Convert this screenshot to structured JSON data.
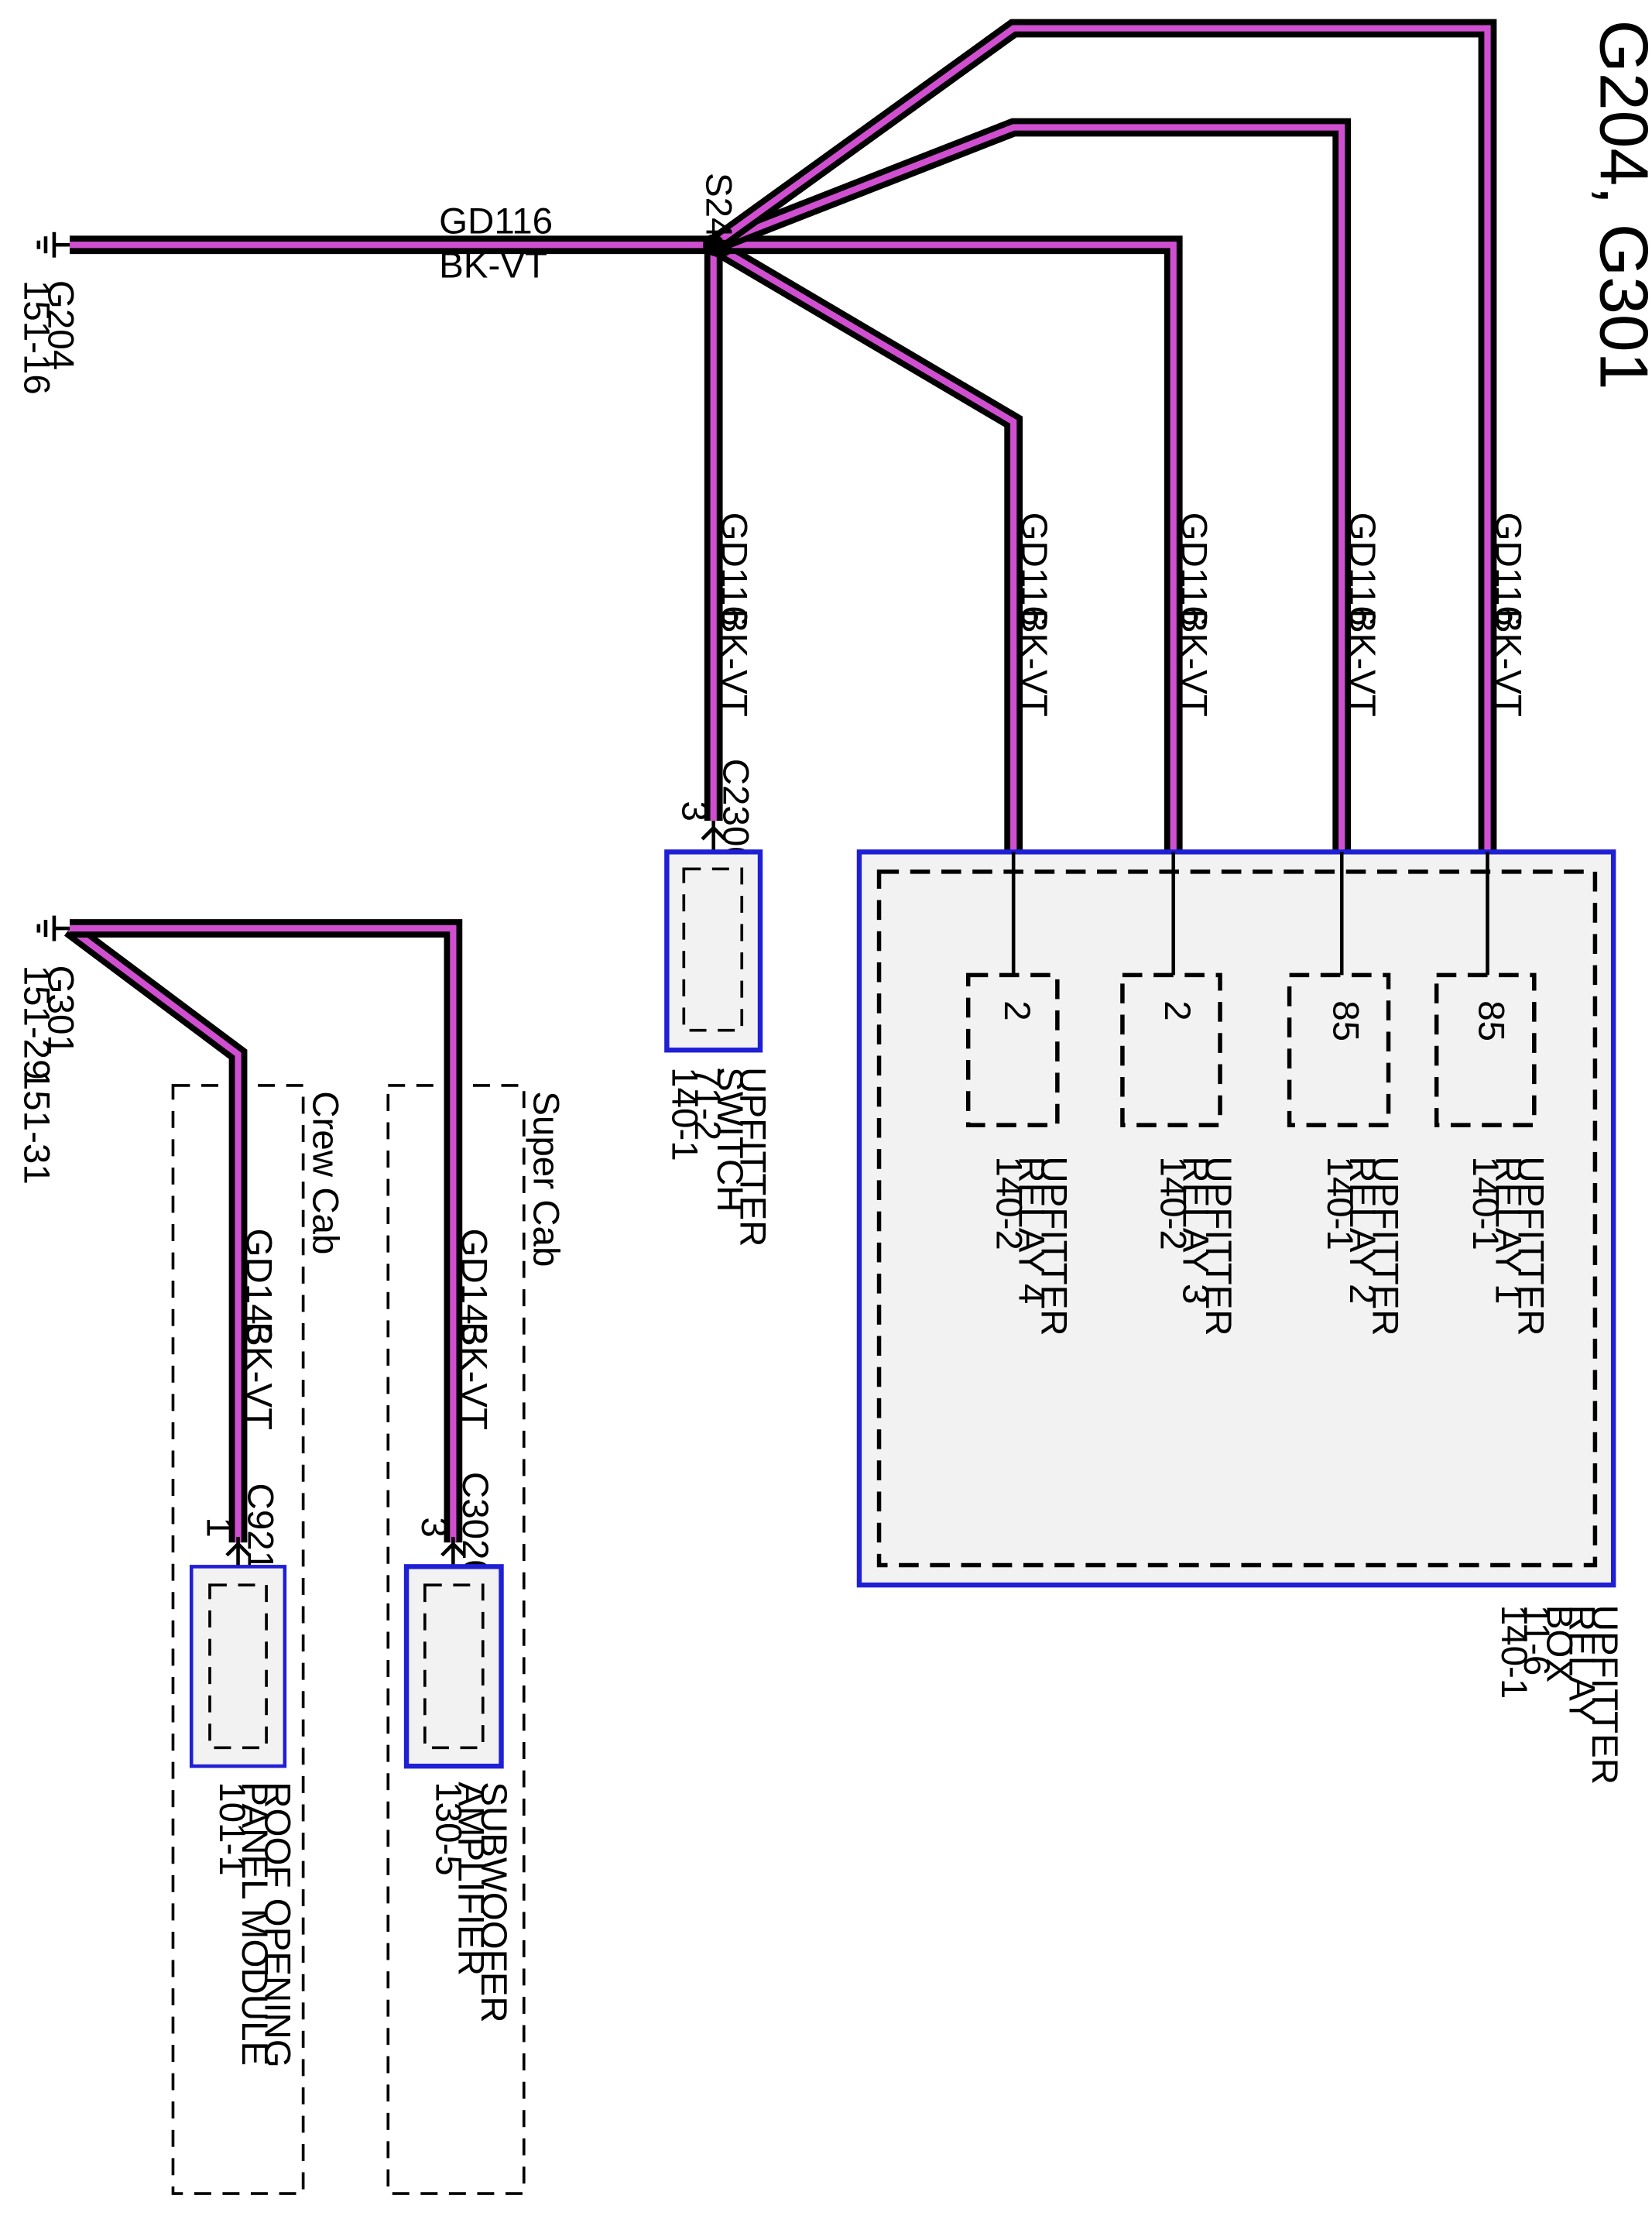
{
  "title": "G204, G301",
  "grounds": {
    "g204": {
      "name": "G204",
      "page": "151-16"
    },
    "g301": {
      "name": "G301",
      "page": "151-29",
      "page_alt": "151-31"
    }
  },
  "splice": {
    "name": "S249"
  },
  "wire_main": {
    "circuit": "GD116",
    "color": "BK-VT"
  },
  "branches": {
    "switch": {
      "circuit": "GD116",
      "color": "BK-VT"
    },
    "relay4": {
      "circuit": "GD116",
      "color": "BK-VT"
    },
    "relay3": {
      "circuit": "GD116",
      "color": "BK-VT"
    },
    "relay2": {
      "circuit": "GD116",
      "color": "BK-VT"
    },
    "relay1": {
      "circuit": "GD116",
      "color": "BK-VT"
    }
  },
  "upfitter_switch": {
    "connector": "C2300",
    "pin": "3",
    "lines": [
      "UPFITTER",
      "SWITCH",
      "71-2",
      "140-1"
    ]
  },
  "relay_box": {
    "lines": [
      "UPFITTER",
      "RELAY",
      "BOX",
      "11-6",
      "140-1"
    ],
    "relays": [
      {
        "pin": "2",
        "lines": [
          "UPFITTER",
          "RELAY 4",
          "140-2"
        ]
      },
      {
        "pin": "2",
        "lines": [
          "UPFITTER",
          "RELAY 3",
          "140-2"
        ]
      },
      {
        "pin": "85",
        "lines": [
          "UPFITTER",
          "RELAY 2",
          "140-1"
        ]
      },
      {
        "pin": "85",
        "lines": [
          "UPFITTER",
          "RELAY 1",
          "140-1"
        ]
      }
    ]
  },
  "crew_cab": {
    "label": "Crew Cab",
    "wire": {
      "circuit": "GD143",
      "color": "BK-VT"
    },
    "connector": "C921",
    "pin": "1",
    "lines": [
      "ROOF OPENING",
      "PANEL MODULE",
      "101-1"
    ]
  },
  "super_cab": {
    "label": "Super Cab",
    "wire": {
      "circuit": "GD143",
      "color": "BK-VT"
    },
    "connector": "C3020",
    "pin": "3",
    "lines": [
      "SUBWOOFER",
      "AMPLIFIER",
      "130-5"
    ]
  }
}
